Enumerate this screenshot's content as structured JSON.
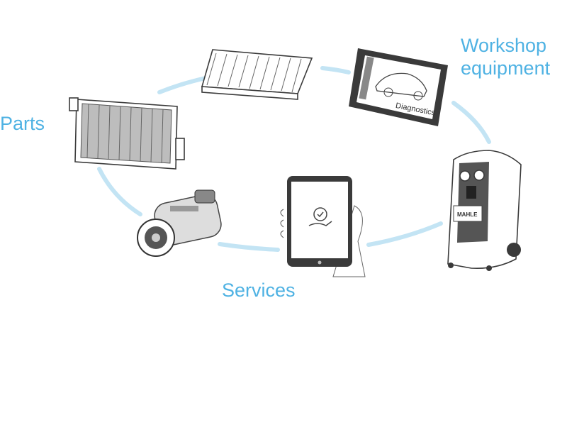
{
  "labels": {
    "parts": "Parts",
    "workshop_equipment": [
      "Workshop",
      "equipment"
    ],
    "services": "Services"
  },
  "device_text": {
    "diagnostics": "Diagnostics",
    "brand": "MAHLE"
  },
  "colors": {
    "label": "#4fb2e3",
    "connector": "#c3e4f4"
  }
}
